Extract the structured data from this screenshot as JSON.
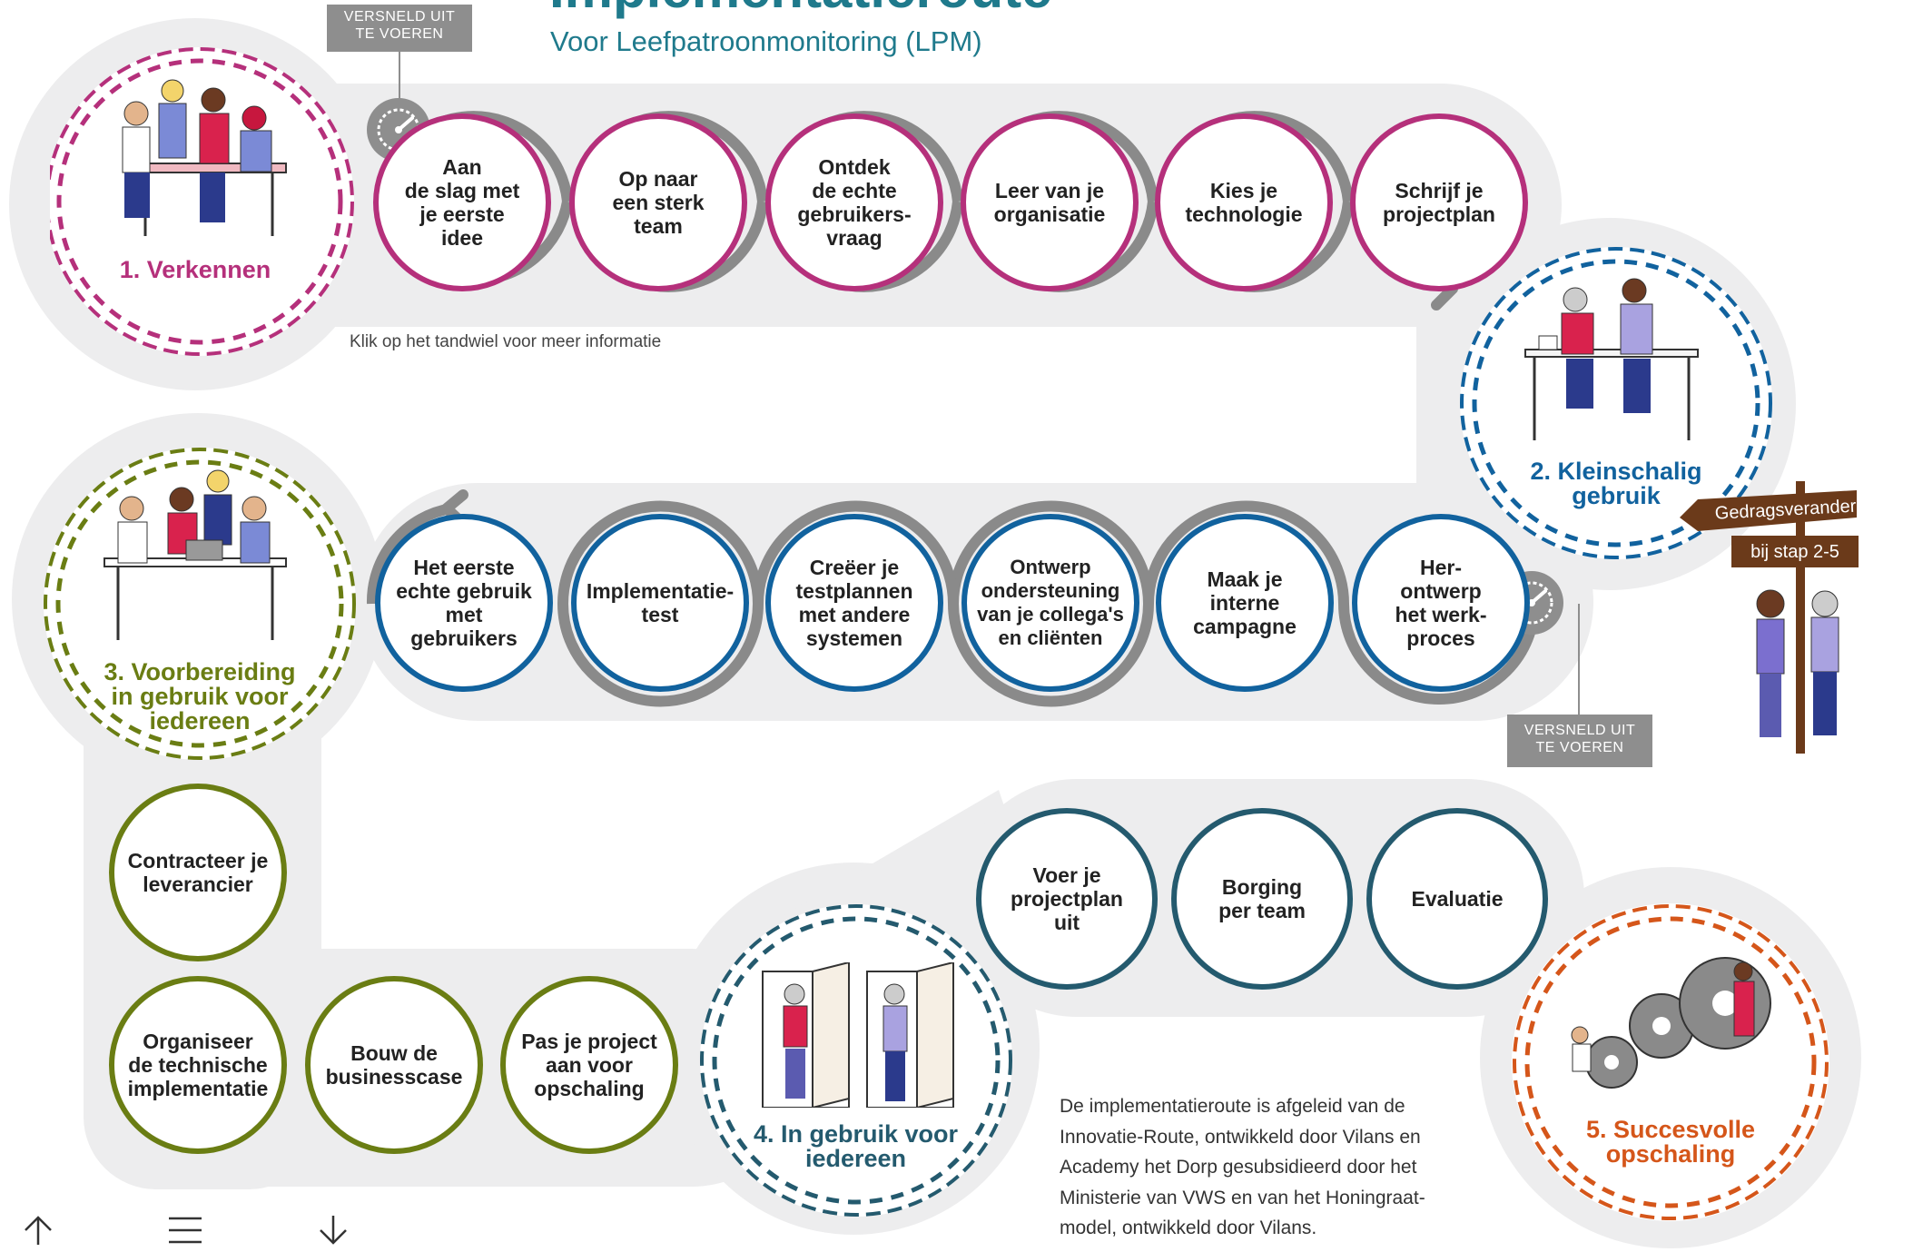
{
  "header": {
    "title": "Implementatieroute",
    "subtitle": "Voor Leefpatroonmonitoring (LPM)"
  },
  "phases": [
    {
      "label": "1. Verkennen",
      "color": "#b5307b"
    },
    {
      "label": "2. Kleinschalig\ngebruik",
      "color": "#11629e"
    },
    {
      "label": "3. Voorbereiding\nin gebruik voor\niedereen",
      "color": "#6a7d13"
    },
    {
      "label": "4. In gebruik voor\niedereen",
      "color": "#245a6e"
    },
    {
      "label": "5. Succesvolle\nopschaling",
      "color": "#d5561a"
    }
  ],
  "steps_row1": [
    "Aan\nde slag met\nje eerste\nidee",
    "Op naar\neen sterk\nteam",
    "Ontdek\nde echte\ngebruikers-\nvraag",
    "Leer van je\norganisatie",
    "Kies je\ntechnologie",
    "Schrijf je\nprojectplan"
  ],
  "steps_row2": [
    "Het eerste\nechte gebruik\nmet\ngebruikers",
    "Implementatie-\ntest",
    "Creëer je\ntestplannen\nmet andere\nsystemen",
    "Ontwerp\nondersteuning\nvan je collega's\nen cliënten",
    "Maak je\ninterne\ncampagne",
    "Her-\nontwerp\nhet werk-\nproces"
  ],
  "steps_green": [
    "Contracteer je\nleverancier",
    "Organiseer\nde technische\nimplementatie",
    "Bouw de\nbusinesscase",
    "Pas je project\naan voor\nopschaling"
  ],
  "steps_teal": [
    "Voer je\nprojectplan\nuit",
    "Borging\nper team",
    "Evaluatie"
  ],
  "versneld_top": "VERSNELD UIT\nTE VOEREN",
  "versneld_right": "VERSNELD UIT\nTE VOEREN",
  "hint": "Klik op het tandwiel voor meer informatie",
  "signpost": {
    "top": "Gedragsverandering",
    "bottom": "bij stap 2-5"
  },
  "footnote": "De implementatieroute is afgeleid van de\nInnovatie-Route, ontwikkeld door Vilans en\nAcademy het Dorp gesubsidieerd door het\nMinisterie van VWS en van het Honingraat-\nmodel, ontwikkeld door Vilans.",
  "nav": {
    "up": "arrow-up-icon",
    "menu": "menu-icon",
    "down": "arrow-down-icon"
  },
  "colors": {
    "track": "#ededee",
    "ring": "#8a8a8a",
    "title": "#1f7a8c"
  }
}
